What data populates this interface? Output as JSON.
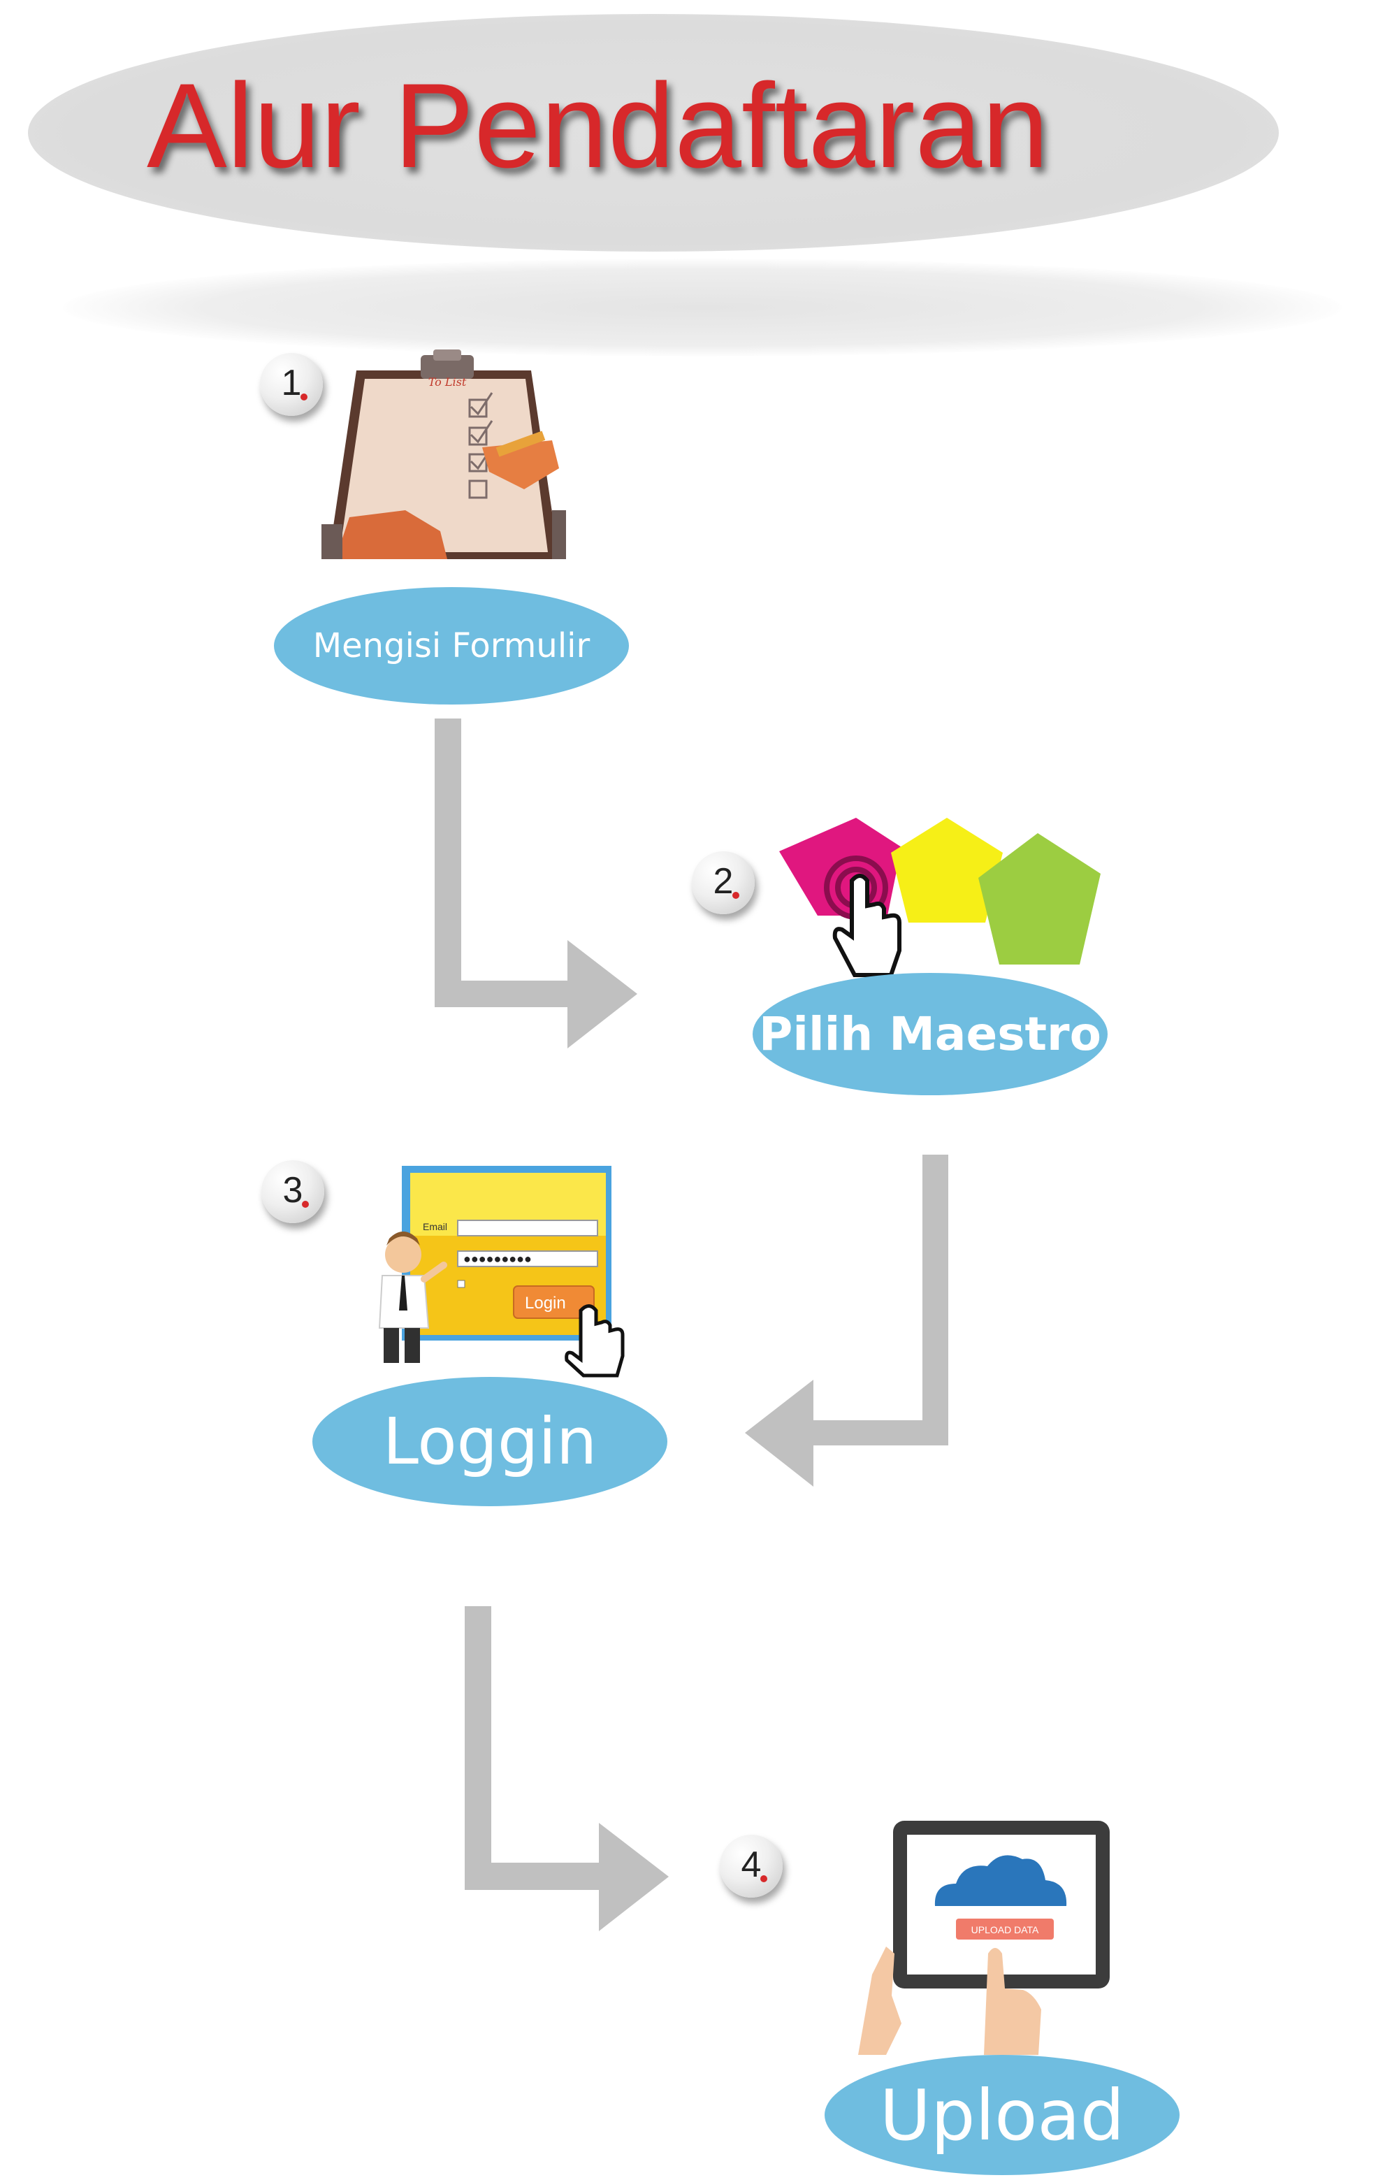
{
  "title": "Alur Pendaftaran",
  "colors": {
    "title": "#d7282a",
    "pill": "#6fbde0",
    "arrow": "#c0c0c0",
    "badge_dot": "#d7282a"
  },
  "steps": [
    {
      "number": "1",
      "label": "Mengisi Formulir",
      "icon": "clipboard-checklist-icon"
    },
    {
      "number": "2",
      "label": "Pilih Maestro",
      "icon": "pentagons-tap-icon"
    },
    {
      "number": "3",
      "label": "Loggin",
      "icon": "login-form-icon"
    },
    {
      "number": "4",
      "label": "Upload",
      "icon": "tablet-cloud-upload-icon"
    }
  ],
  "illustrations": {
    "clipboard_caption": "To List",
    "login_button": "Login",
    "login_field_label": "Email",
    "upload_button": "UPLOAD DATA"
  }
}
